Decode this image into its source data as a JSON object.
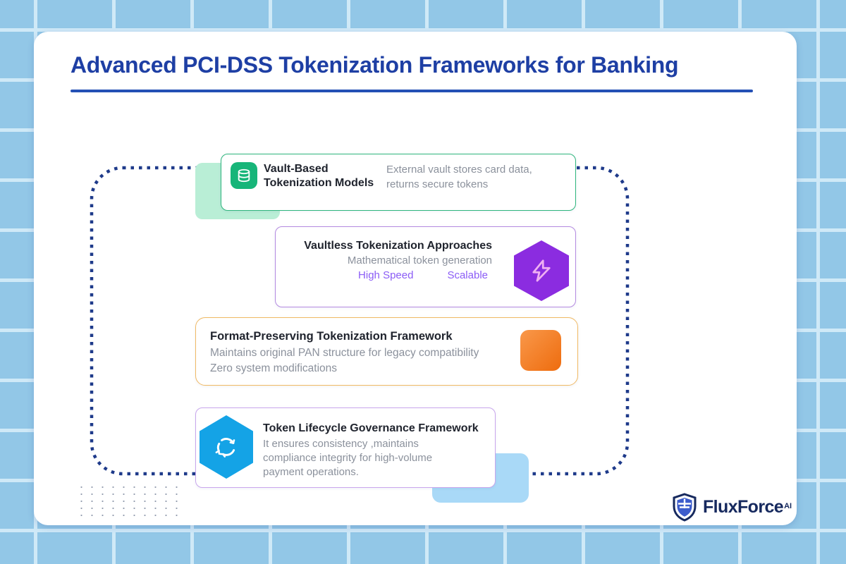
{
  "page": {
    "title": "Advanced PCI-DSS Tokenization Frameworks for Banking"
  },
  "cards": {
    "vault": {
      "title": "Vault-Based Tokenization Models",
      "description": "External vault stores card data, returns secure tokens",
      "icon": "database-icon"
    },
    "vaultless": {
      "title": "Vaultless Tokenization Approaches",
      "description": "Mathematical token generation",
      "tags": [
        "High Speed",
        "Scalable"
      ],
      "icon": "lightning-icon"
    },
    "format_preserving": {
      "title": "Format-Preserving Tokenization Framework",
      "description": "Maintains original PAN structure for legacy compatibility",
      "note": "Zero system modifications",
      "icon": "orange-square"
    },
    "lifecycle": {
      "title": "Token Lifecycle Governance Framework",
      "description": "It ensures consistency ,maintains compliance integrity for high-volume payment operations.",
      "icon": "cycle-arrows-icon"
    }
  },
  "logo": {
    "name": "FluxForce",
    "suffix": "AI",
    "icon": "shield-icon"
  },
  "colors": {
    "title_blue": "#1e3fa4",
    "frame_navy": "#1e3a8a",
    "green_accent": "#17b579",
    "purple_accent": "#8b2ce0",
    "purple_tag": "#8b5cf6",
    "orange_accent": "#ee6c0e",
    "sky_accent": "#14a3e6",
    "background_blue": "#92c7e7"
  }
}
